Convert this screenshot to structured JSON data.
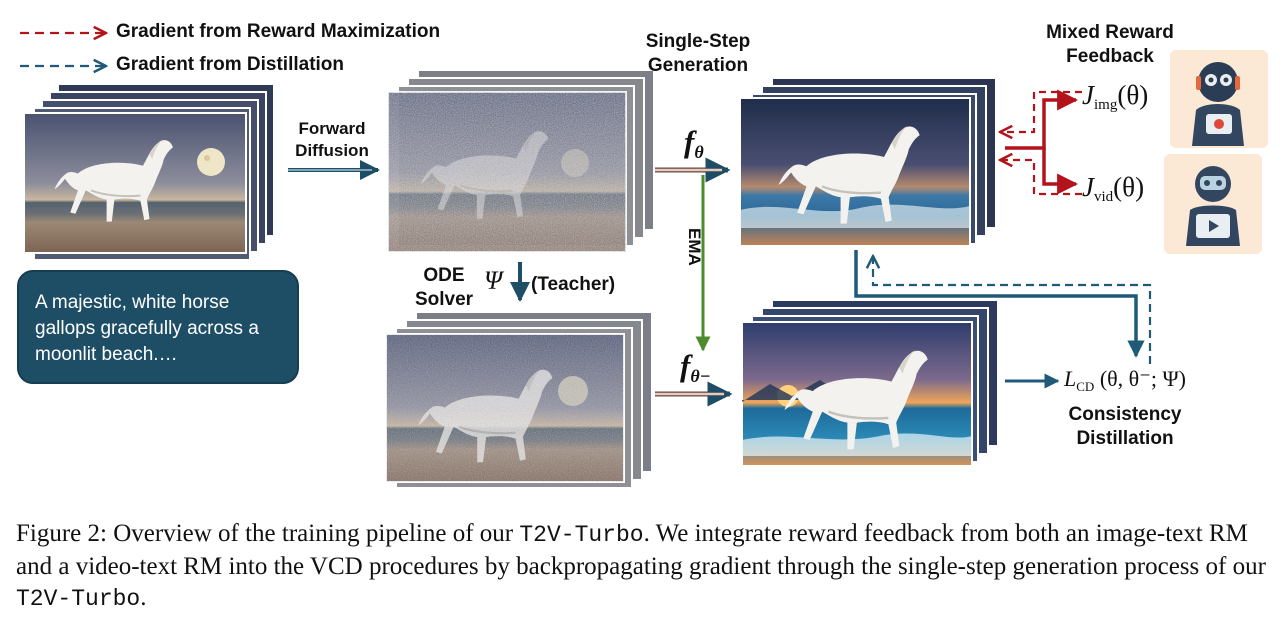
{
  "legend": {
    "reward_label": "Gradient from Reward Maximization",
    "distill_label": "Gradient from Distillation",
    "reward_color": "#b3141b",
    "distill_color": "#1f5b78"
  },
  "labels": {
    "forward_diffusion": [
      "Forward",
      "Diffusion"
    ],
    "single_step": [
      "Single-Step",
      "Generation"
    ],
    "mixed_reward": [
      "Mixed Reward",
      "Feedback"
    ],
    "ode_solver": [
      "ODE",
      "Solver"
    ],
    "teacher": "(Teacher)",
    "ema": "EMA",
    "consistency": [
      "Consistency",
      "Distillation"
    ]
  },
  "math": {
    "f_theta": "f",
    "f_theta_sub": "θ",
    "f_theta_minus_sub": "θ−",
    "psi": "Ψ",
    "j_img": "J",
    "j_img_sub": "img",
    "j_img_arg": "(θ)",
    "j_vid": "J",
    "j_vid_sub": "vid",
    "j_vid_arg": "(θ)",
    "l_cd": "L",
    "l_cd_sub": "CD",
    "l_cd_arg": "(θ, θ⁻; Ψ)"
  },
  "prompt": "A majestic, white horse gallops gracefully across a moonlit beach.…",
  "caption": {
    "prefix": "Figure 2: Overview of the training pipeline of our ",
    "model1": "T2V-Turbo",
    "middle": ". We integrate reward feedback from both an image-text RM and a video-text RM into the VCD procedures by backpropagating gradient through the single-step generation process of our ",
    "model2": "T2V-Turbo",
    "suffix": "."
  },
  "icons": [
    "horse-video-frames",
    "noisy-video-frames",
    "denoised-video-frames",
    "generated-video-frames",
    "target-video-frames",
    "image-reward-robot-icon",
    "video-reward-robot-icon"
  ]
}
